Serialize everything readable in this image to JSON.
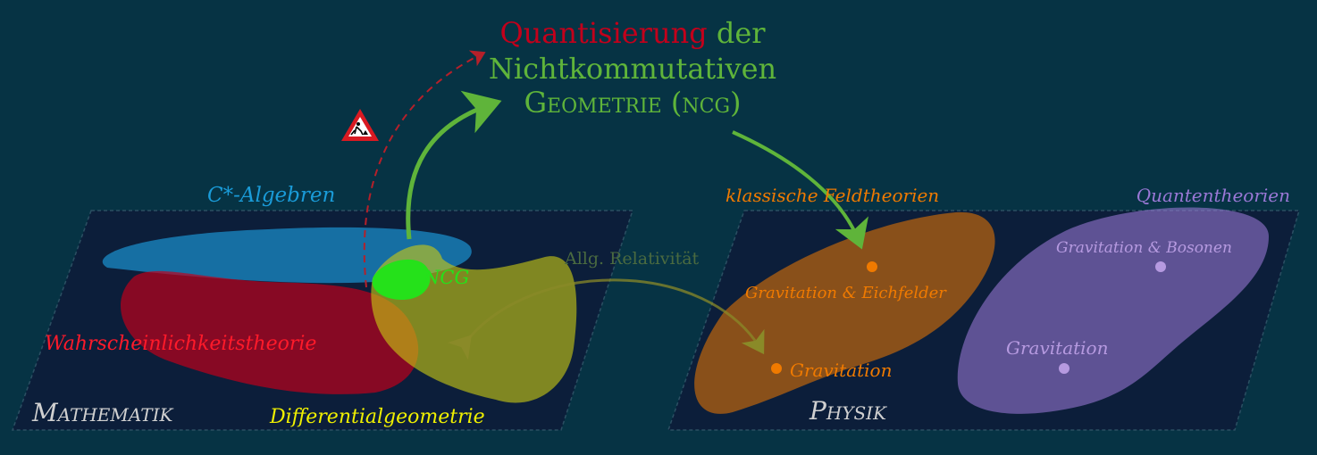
{
  "title": {
    "line1_red": "Quantisierung",
    "line1_green": "der",
    "line2": "Nichtkommutativen",
    "line3": "Geometrie (ncg)"
  },
  "math_panel": {
    "label": "Mathematik",
    "c_star_algebras": "C*-Algebren",
    "probability_theory": "Wahrscheinlichkeitstheorie",
    "differential_geometry": "Differentialgeometrie",
    "ncg": "NCG"
  },
  "physics_panel": {
    "label": "Physik",
    "classical_field_theories": "klassische Feldtheorien",
    "quantum_theories": "Quantentheorien",
    "grav_gauge_fields": "Gravitation & Eichfelder",
    "gravitation_classical": "Gravitation",
    "grav_bosons": "Gravitation & Bosonen",
    "gravitation_quantum": "Gravitation"
  },
  "general_relativity": "Allg. Relativität",
  "warning_icon": "construction-warning-icon",
  "colors": {
    "background": "#063344",
    "panel": "#0c1e3a",
    "red": "#c2001b",
    "green": "#5fb43a",
    "bright_green": "#25e11a",
    "blue": "#1a9bd8",
    "yellow": "#f0f000",
    "orange": "#f07a00",
    "purple": "#9a78d6",
    "light_gray": "#d8d8d8"
  }
}
